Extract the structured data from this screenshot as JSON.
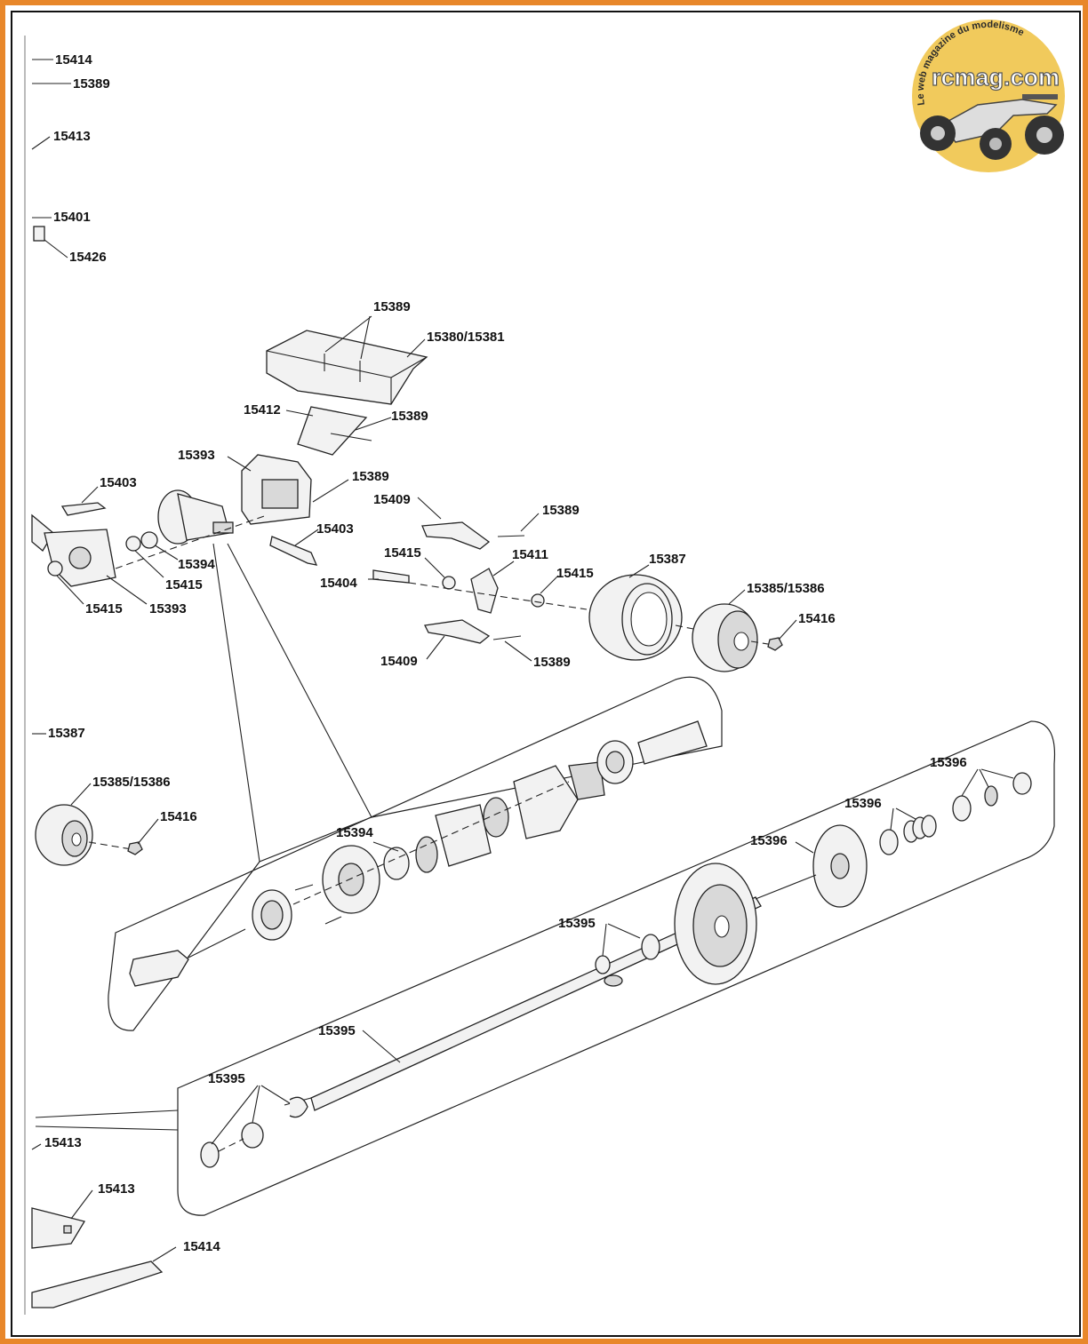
{
  "watermark": {
    "tagline": "Le web magazine du modelisme",
    "site": "rcmag.com"
  },
  "labels": {
    "l15414a": "15414",
    "l15389a": "15389",
    "l15413a": "15413",
    "l15401": "15401",
    "l15426": "15426",
    "l15389b": "15389",
    "l15380": "15380/15381",
    "l15412": "15412",
    "l15389c": "15389",
    "l15393a": "15393",
    "l15389d": "15389",
    "l15403a": "15403",
    "l15409a": "15409",
    "l15389e": "15389",
    "l15403b": "15403",
    "l15394a": "15394",
    "l15415a": "15415",
    "l15411": "15411",
    "l15415b": "15415",
    "l15387a": "15387",
    "l15415c": "15415",
    "l15393b": "15393",
    "l15404": "15404",
    "l15415d": "15415",
    "l15385a": "15385/15386",
    "l15416a": "15416",
    "l15409b": "15409",
    "l15389f": "15389",
    "l15387b": "15387",
    "l15385b": "15385/15386",
    "l15416b": "15416",
    "l15394b": "15394",
    "l15396a": "15396",
    "l15396b": "15396",
    "l15396c": "15396",
    "l15395a": "15395",
    "l15395b": "15395",
    "l15395c": "15395",
    "l15413b": "15413",
    "l15413c": "15413",
    "l15414b": "15414"
  },
  "colors": {
    "border": "#e8872a",
    "badge": "#f0c44a",
    "ink": "#111111"
  }
}
